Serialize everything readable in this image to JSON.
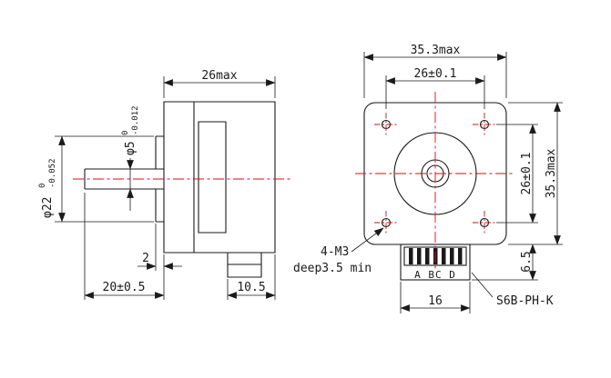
{
  "drawing": {
    "background": "#ffffff",
    "line_color": "#1a1a1a",
    "centerline_color": "#cc1111"
  },
  "side_view": {
    "width_dim": "26max",
    "shaft_dia": {
      "main": "φ5",
      "upper_tol": "0",
      "lower_tol": "-0.012"
    },
    "pilot_dia": {
      "main": "φ22",
      "upper_tol": "0",
      "lower_tol": "-0.052"
    },
    "pilot_length_dim": "2",
    "shaft_length_dim": "20±0.5",
    "body_rear_dim": "10.5"
  },
  "front_view": {
    "width_dim": "35.3max",
    "height_dim": "35.3max",
    "hole_pitch_horizontal_dim": "26±0.1",
    "hole_pitch_vertical_dim": "26±0.1",
    "tap_note_line1": "4-M3",
    "tap_note_line2": "deep3.5 min",
    "connector_pin_labels": "A BC D",
    "connector_width_dim": "16",
    "connector_height_dim": "6.5",
    "connector_part_number": "S6B-PH-K"
  }
}
